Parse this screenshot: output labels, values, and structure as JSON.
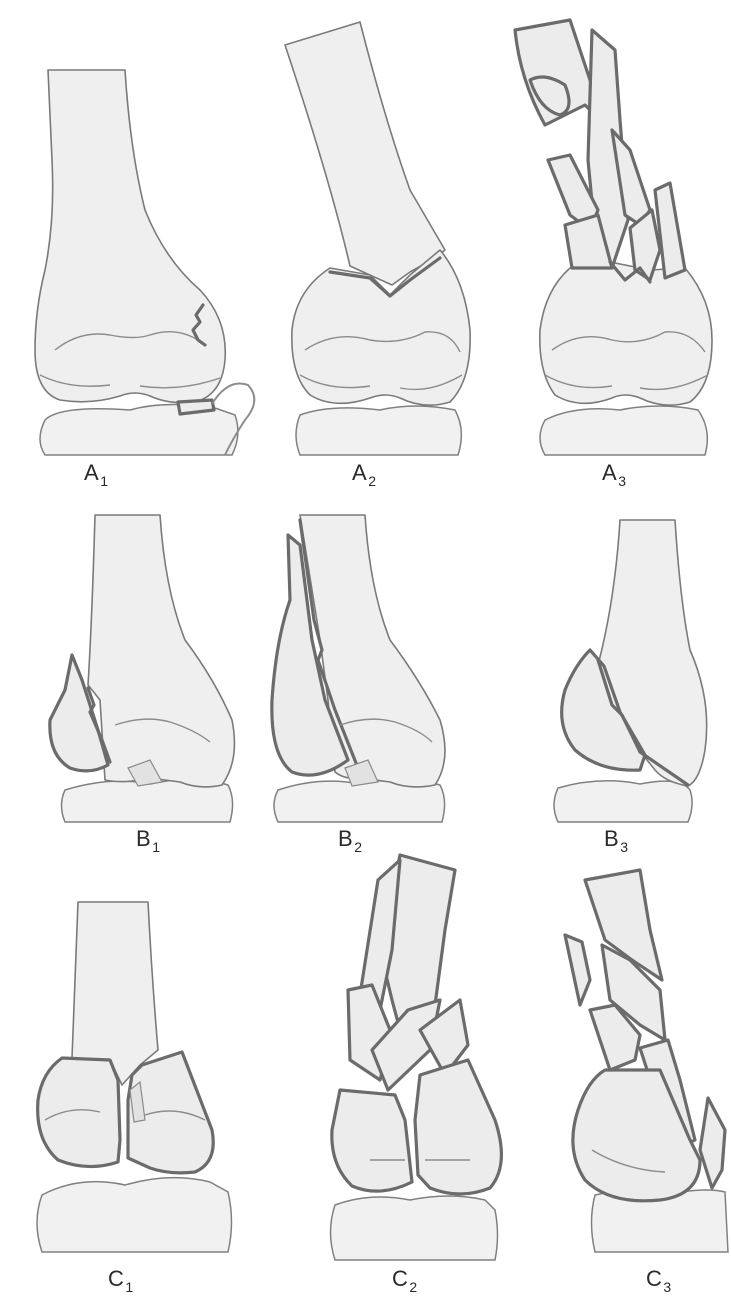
{
  "panels": [
    {
      "id": "A1",
      "letter": "A",
      "sub": "1"
    },
    {
      "id": "A2",
      "letter": "A",
      "sub": "2"
    },
    {
      "id": "A3",
      "letter": "A",
      "sub": "3"
    },
    {
      "id": "B1",
      "letter": "B",
      "sub": "1"
    },
    {
      "id": "B2",
      "letter": "B",
      "sub": "2"
    },
    {
      "id": "B3",
      "letter": "B",
      "sub": "3"
    },
    {
      "id": "C1",
      "letter": "C",
      "sub": "1"
    },
    {
      "id": "C2",
      "letter": "C",
      "sub": "2"
    },
    {
      "id": "C3",
      "letter": "C",
      "sub": "3"
    }
  ],
  "colors": {
    "bone_fill": "#efefef",
    "bone_shade": "#e4e4e4",
    "outline": "#6e6e6e",
    "fracture_line": "#6b6b6b",
    "label": "#2a2a2a",
    "background": "#ffffff"
  }
}
